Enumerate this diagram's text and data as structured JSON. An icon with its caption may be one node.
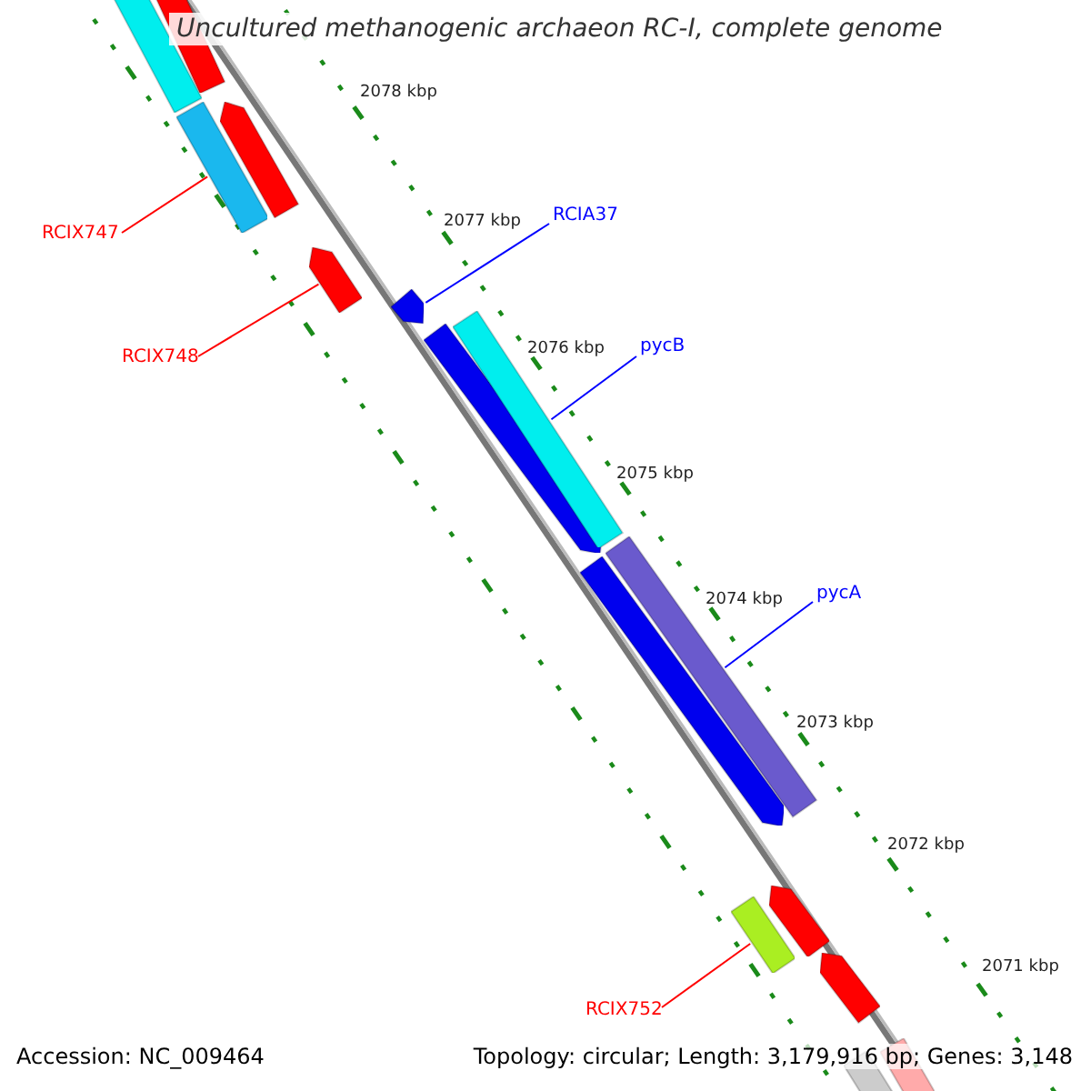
{
  "diagram": {
    "title": "Uncultured methanogenic archaeon RC-I, complete genome",
    "nodes": [
      {
        "text": [
          "RCIX747"
        ]
      },
      {
        "text": [],
        "shape": "bar"
      },
      {
        "text": [
          "RCIX748"
        ]
      },
      {
        "text": [],
        "shape": "pentagon"
      },
      {
        "text": [
          "RCIA37"
        ]
      },
      {
        "text": [],
        "shape": "pentagon"
      },
      {
        "text": [
          "pycB"
        ]
      },
      {
        "text": [],
        "shape": "bar"
      },
      {
        "text": [
          "pycA"
        ]
      },
      {
        "text": [],
        "shape": "bar"
      },
      {
        "text": [
          "RCIX752"
        ]
      },
      {
        "text": [],
        "shape": "bar"
      },
      {
        "text": [],
        "shape": "bar"
      },
      {
        "text": [],
        "shape": "bar"
      },
      {
        "text": [],
        "shape": "pentagon"
      },
      {
        "text": [],
        "shape": "pentagon"
      },
      {
        "text": [],
        "shape": "pentagon"
      },
      {
        "text": [],
        "shape": "pentagon"
      },
      {
        "text": [],
        "shape": "pentagon"
      },
      {
        "text": [],
        "shape": "bar"
      },
      {
        "text": [],
        "shape": "bar"
      }
    ],
    "edges": [
      {
        "from": 0,
        "to": 1,
        "arrow": "none",
        "color": "#ff0000"
      },
      {
        "from": 2,
        "to": 3,
        "arrow": "none",
        "color": "#ff0000"
      },
      {
        "from": 4,
        "to": 5,
        "arrow": "none",
        "color": "#0000ff"
      },
      {
        "from": 6,
        "to": 7,
        "arrow": "none",
        "color": "#0000ff"
      },
      {
        "from": 8,
        "to": 9,
        "arrow": "none",
        "color": "#0000ff"
      },
      {
        "from": 10,
        "to": 11,
        "arrow": "none",
        "color": "#ff0000"
      }
    ],
    "labels": [
      "2078 kbp",
      "2077 kbp",
      "2076 kbp",
      "2075 kbp",
      "2074 kbp",
      "2073 kbp",
      "2072 kbp",
      "2071 kbp",
      "Accession: NC_009464",
      "Topology: circular; Length: 3,179,916 bp; Genes: 3,148"
    ]
  }
}
